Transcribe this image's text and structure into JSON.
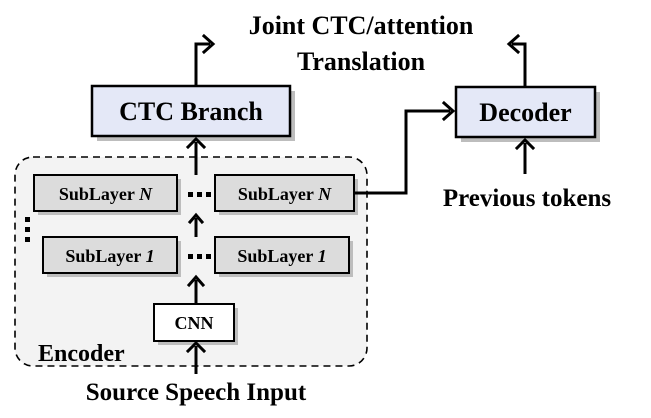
{
  "diagram": {
    "output_label_line1": "Joint CTC/attention",
    "output_label_line2": "Translation",
    "ctc_branch": "CTC Branch",
    "decoder": "Decoder",
    "previous_tokens": "Previous tokens",
    "encoder": {
      "title": "Encoder",
      "sublayer_text": "SubLayer",
      "top_index": "N",
      "bottom_index": "1",
      "cnn": "CNN"
    },
    "source_input": "Source Speech Input"
  }
}
